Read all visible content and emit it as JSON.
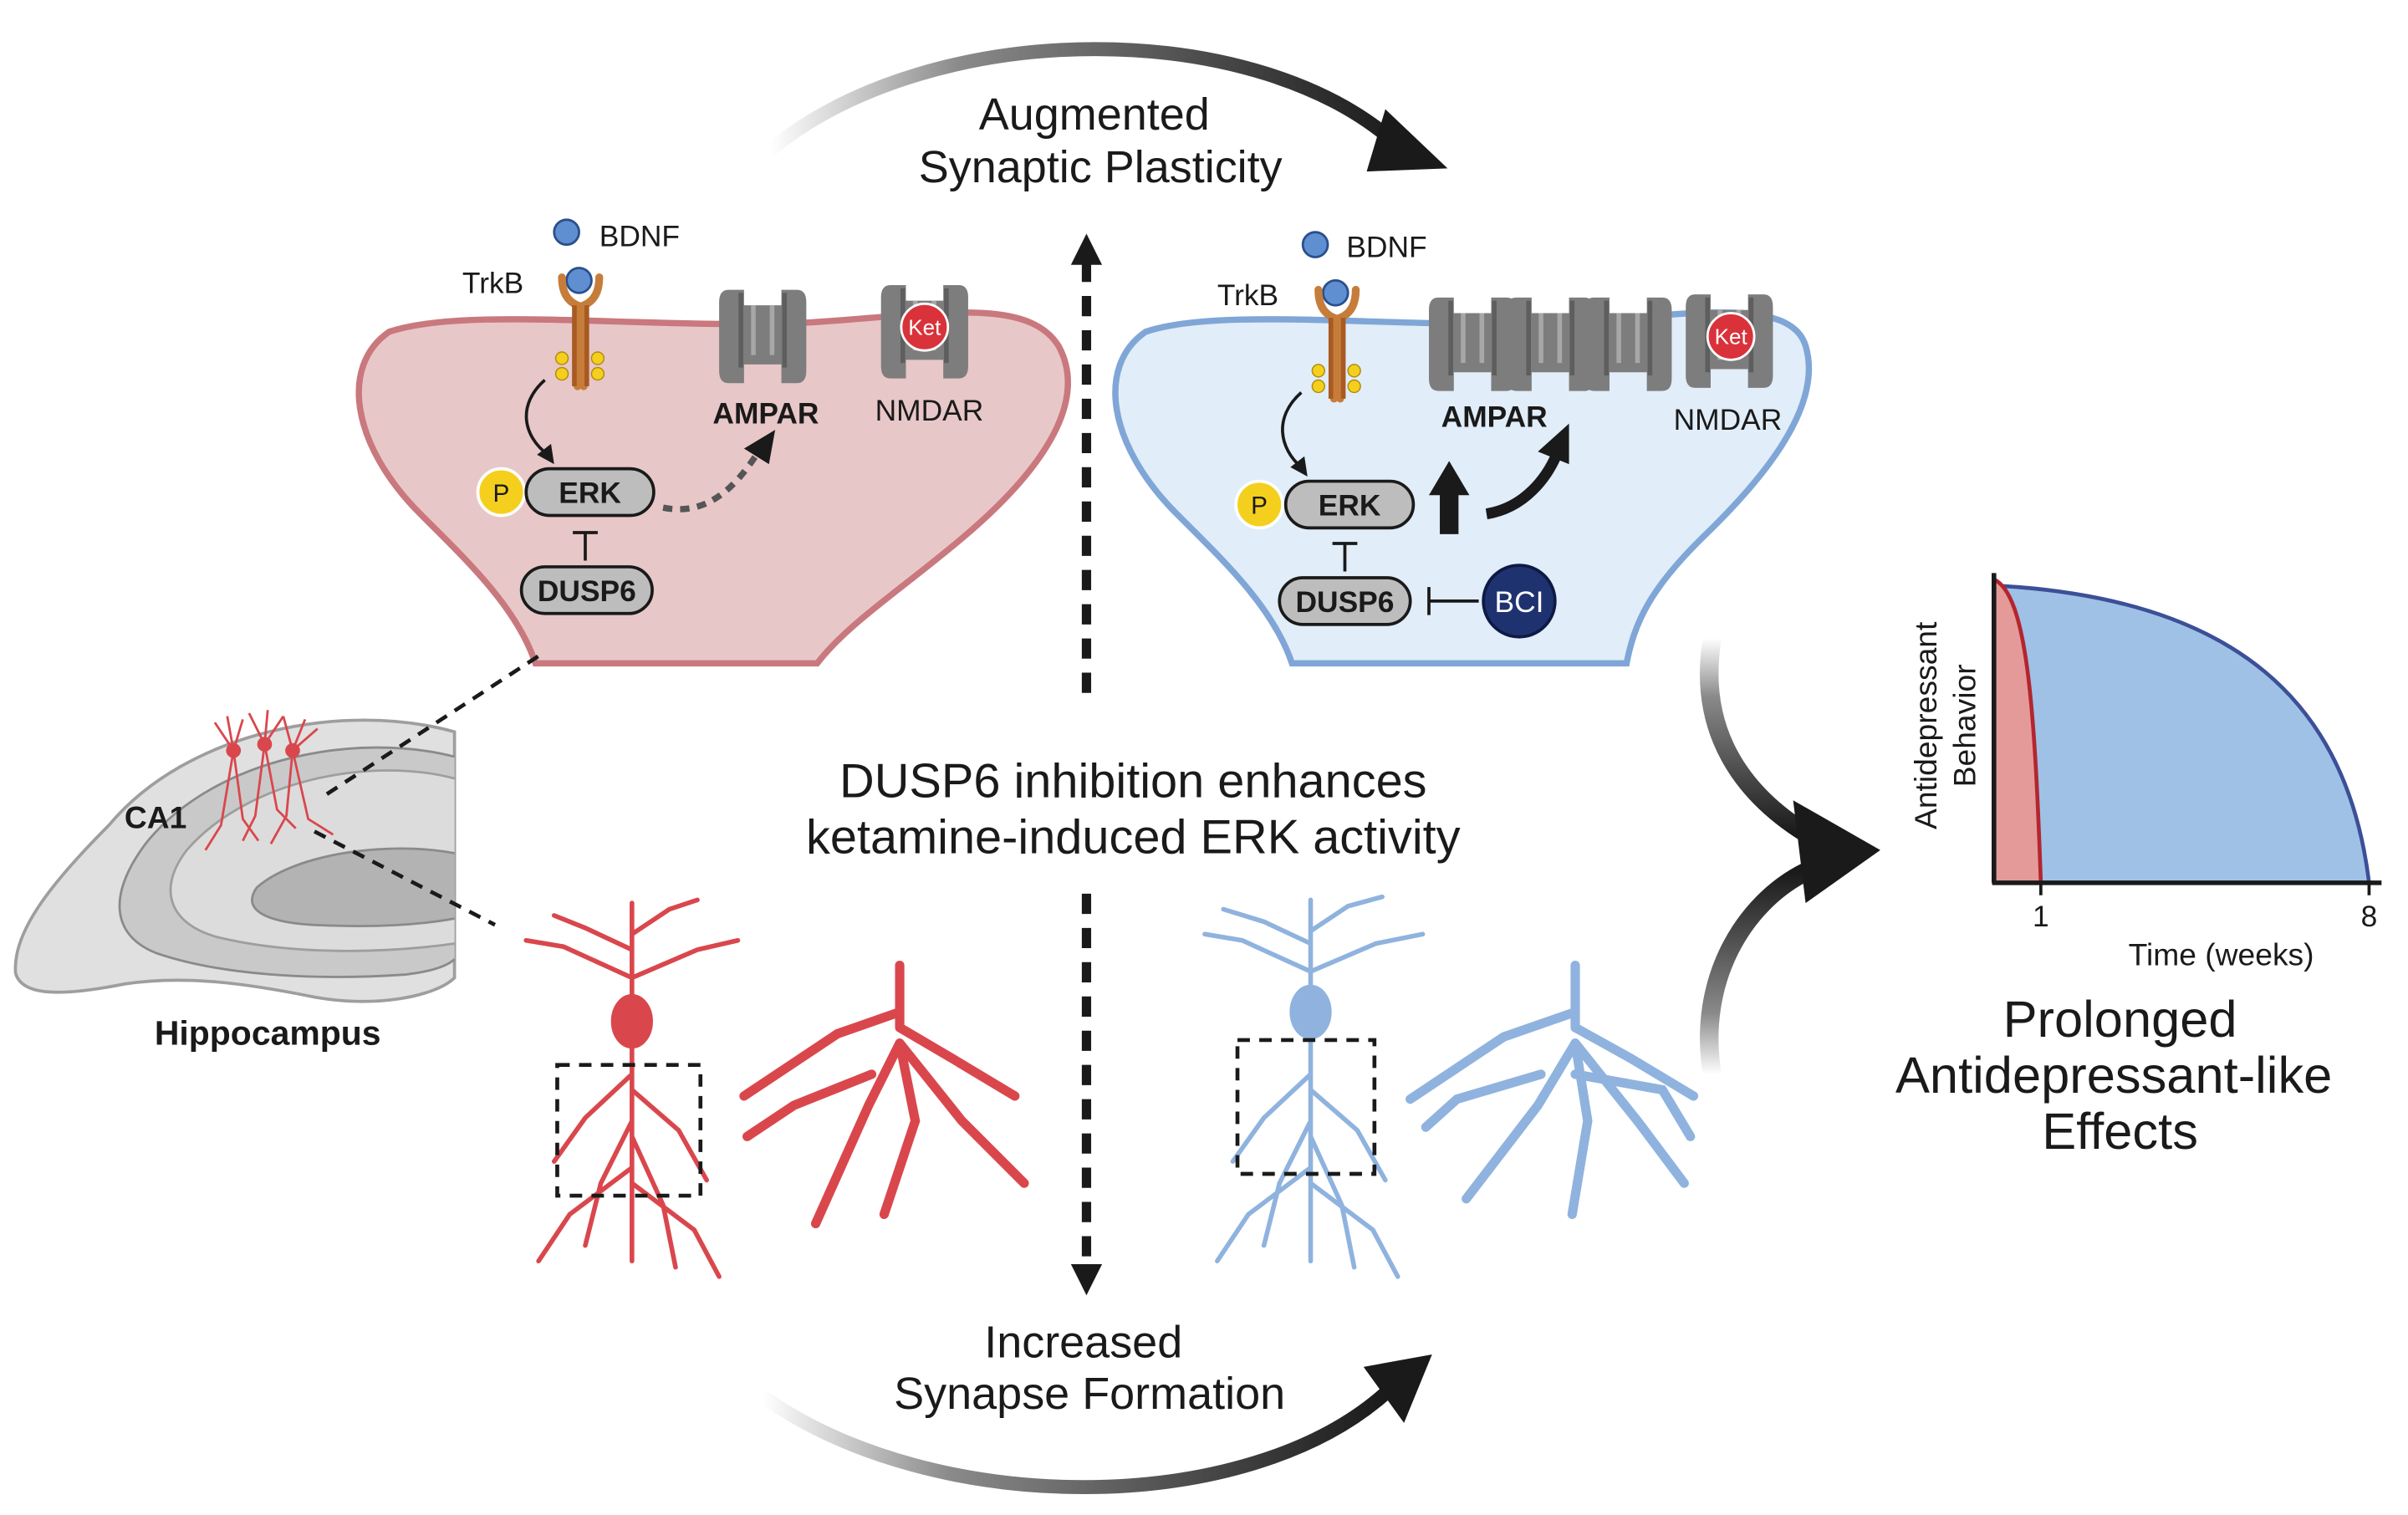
{
  "top_caption": {
    "line1": "Augmented",
    "line2": "Synaptic Plasticity"
  },
  "bottom_caption": {
    "line1": "Increased",
    "line2": "Synapse Formation"
  },
  "center_caption": {
    "line1": "DUSP6 inhibition enhances",
    "line2": "ketamine-induced ERK activity"
  },
  "left_synapse": {
    "bdnf": "BDNF",
    "trkb": "TrkB",
    "ampar": "AMPAR",
    "nmdar": "NMDAR",
    "ket": "Ket",
    "p": "P",
    "erk": "ERK",
    "dusp6": "DUSP6",
    "phospho": "P",
    "fill": "#e8c7c8",
    "stroke": "#c9787e"
  },
  "right_synapse": {
    "bdnf": "BDNF",
    "trkb": "TrkB",
    "ampar": "AMPAR",
    "nmdar": "NMDAR",
    "ket": "Ket",
    "p": "P",
    "erk": "ERK",
    "dusp6": "DUSP6",
    "bci": "BCI",
    "phospho": "P",
    "fill": "#e1edf8",
    "stroke": "#7fa6d6"
  },
  "hippocampus": {
    "region": "CA1",
    "label": "Hippocampus"
  },
  "neurons": {
    "ketamine_color": "#d9474d",
    "combo_color": "#8fb3de"
  },
  "graph": {
    "ylabel_line1": "Antidepressant",
    "ylabel_line2": "Behavior",
    "xlabel": "Time (weeks)",
    "ticks": [
      "1",
      "8"
    ],
    "series": [
      {
        "fill": "#e49a98",
        "stroke": "#b3262f",
        "end_week": 1
      },
      {
        "fill": "#9fc1e6",
        "stroke": "#3c4f97",
        "end_week": 8
      }
    ]
  },
  "outcome": {
    "line1": "Prolonged",
    "line2": "Antidepressant-like",
    "line3": "Effects"
  },
  "colors": {
    "ket_red": "#d9323a",
    "bci_navy": "#1f3270",
    "phospho_yellow": "#f4cf1e",
    "erk_gray": "#bdbdbd"
  }
}
